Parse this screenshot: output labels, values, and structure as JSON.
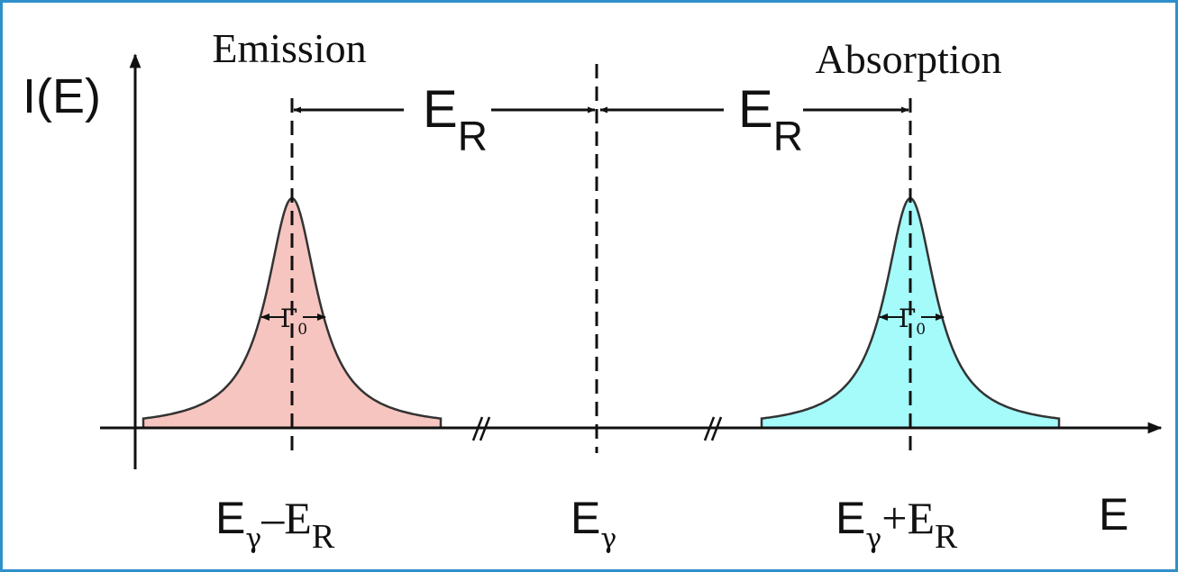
{
  "labels": {
    "emission": "Emission",
    "absorption": "Absorption",
    "y_axis": "I(E)",
    "x_axis": "E"
  },
  "recoil": {
    "left": {
      "main": "E",
      "sub": "R"
    },
    "right": {
      "main": "E",
      "sub": "R"
    }
  },
  "linewidth": {
    "emission": {
      "main": "Γ",
      "sub": "0"
    },
    "absorption": {
      "main": "Γ",
      "sub": "0"
    }
  },
  "ticks": {
    "emission": {
      "e": "E",
      "gamma": "γ",
      "op": "–",
      "e2": "E",
      "r": "R"
    },
    "center": {
      "e": "E",
      "gamma": "γ"
    },
    "absorption": {
      "e": "E",
      "gamma": "γ",
      "op": "+",
      "e2": "E",
      "r": "R"
    }
  },
  "colors": {
    "emission_fill": "#f7c5c0",
    "absorption_fill": "#a5fafa",
    "frame": "#2f8fc9",
    "stroke": "#111111"
  }
}
